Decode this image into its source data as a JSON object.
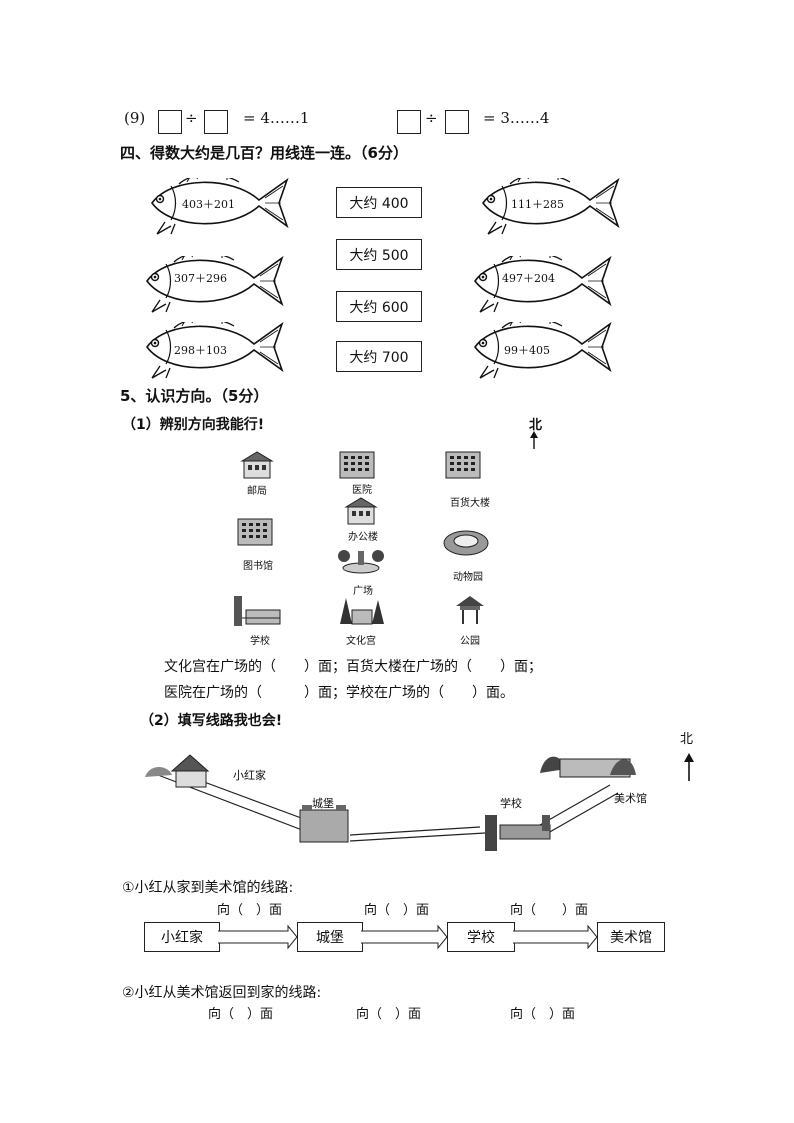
{
  "q9": {
    "num": "(9)",
    "op1": "÷",
    "eq1": "= 4……1",
    "op2": "÷",
    "eq2": "= 3……4"
  },
  "section4": {
    "title": "四、得数大约是几百？用线连一连。（6分）",
    "fish": [
      "403＋201",
      "307＋296",
      "298＋103",
      "111＋285",
      "497＋204",
      "99＋405"
    ],
    "answers": [
      "大约 400",
      "大约 500",
      "大约 600",
      "大约 700"
    ]
  },
  "section5": {
    "title": "5、认识方向。（5分）",
    "part1_title": "（1）辨别方向我能行!",
    "north": "北",
    "buildings": [
      "邮局",
      "医院",
      "百货大楼",
      "图书馆",
      "办公楼",
      "动物园",
      "广场",
      "学校",
      "文化宫",
      "公园"
    ],
    "q_line1": "文化宫在广场的（　　）面；百货大楼在广场的（　　）面；",
    "q_line2": "医院在广场的（　　　）面；学校在广场的（　　）面。",
    "part2_title": "（2）填写线路我也会!",
    "map_labels": [
      "小红家",
      "城堡",
      "学校",
      "美术馆"
    ],
    "route1_title": "①小红从家到美术馆的线路:",
    "route1_dirs": [
      "向（　）面",
      "向（　）面",
      "向（　　）面"
    ],
    "route1_boxes": [
      "小红家",
      "城堡",
      "学校",
      "美术馆"
    ],
    "route2_title": "②小红从美术馆返回到家的线路:",
    "route2_dirs": [
      "向（　）面",
      "向（　）面",
      "向（　）面"
    ]
  }
}
